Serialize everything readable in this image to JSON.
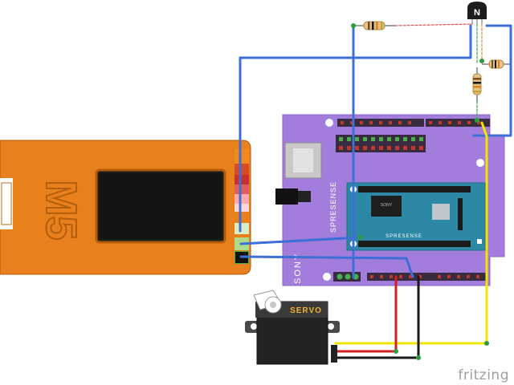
{
  "m5_board": {
    "label": "M5"
  },
  "spresense_main": {
    "label": "SPRESENSE",
    "brand": "SONY"
  },
  "spresense_sub": {
    "label": "SPRESENSE",
    "chip": "SONY"
  },
  "servo": {
    "label": "SERVO"
  },
  "transistor": {
    "label": "N"
  },
  "watermark": {
    "text": "fritzing"
  },
  "colors": {
    "m5_orange": "#e8801d",
    "spresense_purple": "#a37ddb",
    "subboard_blue": "#2d88a6",
    "wire_blue": "#3d6fd6",
    "wire_yellow": "#f2e600",
    "wire_red": "#d21f1f",
    "wire_black": "#1a1a1a",
    "wire_green_dashed": "#3fa34d",
    "wire_red_dashed": "#d9534f"
  }
}
